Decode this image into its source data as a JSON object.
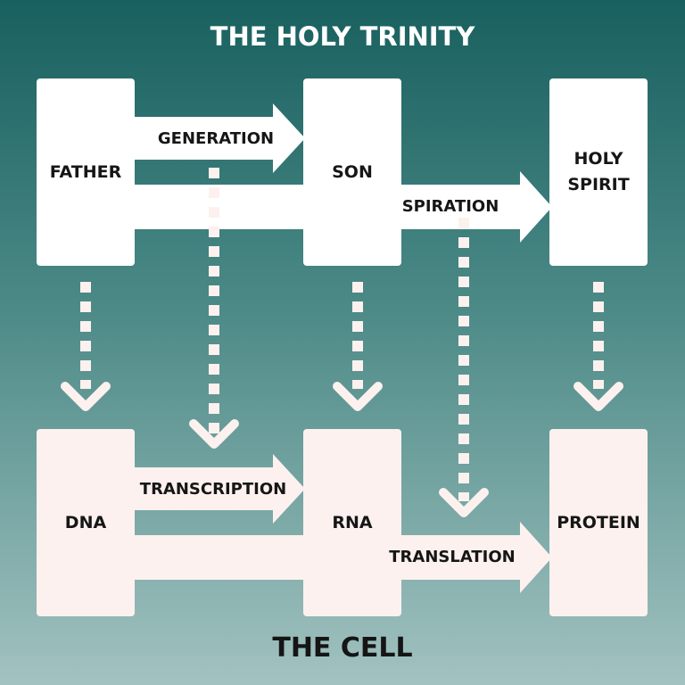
{
  "top_title": "THE HOLY TRINITY",
  "bottom_title": "THE CELL",
  "trinity": {
    "father": "FATHER",
    "son": "SON",
    "holy_spirit": [
      "HOLY",
      "SPIRIT"
    ],
    "generation": "GENERATION",
    "spiration": "SPIRATION"
  },
  "cell": {
    "dna": "DNA",
    "rna": "RNA",
    "protein": "PROTEIN",
    "transcription": "TRANSCRIPTION",
    "translation": "TRANSLATION"
  },
  "colors": {
    "top_box": "#ffffff",
    "bottom_box": "#fcf1ee",
    "text": "#161616",
    "background_top": "#18605f",
    "background_bottom": "#a2c2c0"
  }
}
